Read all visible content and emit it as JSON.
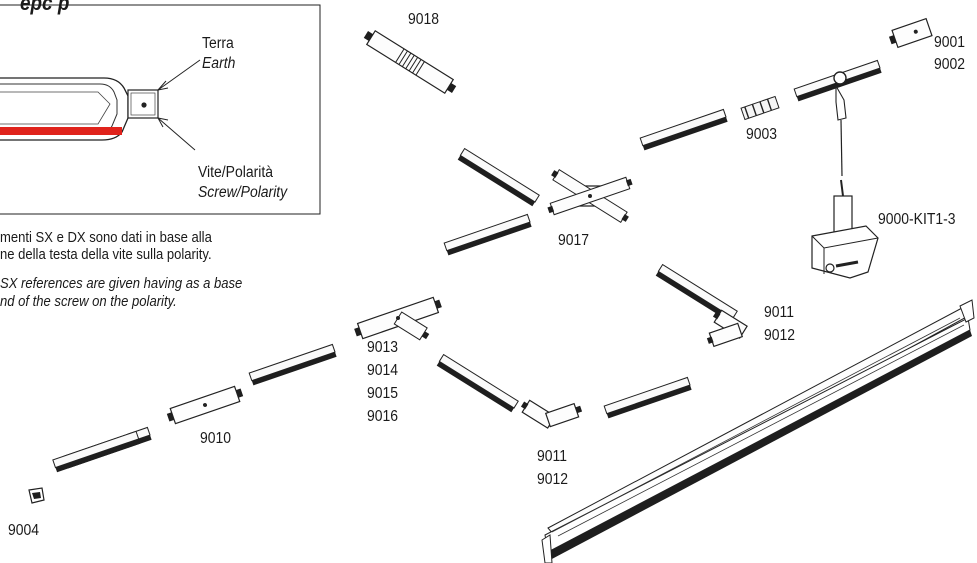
{
  "heading": "epc p",
  "detail": {
    "earth_it": "Terra",
    "earth_en": "Earth",
    "screw_it": "Vite/Polarità",
    "screw_en": "Screw/Polarity",
    "colors": {
      "stripe": "#e0231c",
      "frame": "#555555"
    }
  },
  "notes": {
    "line1_it": "menti SX e DX sono dati in base alla",
    "line2_it": "ne della testa della vite sulla polarity.",
    "line1_en": "SX references are given having as a base",
    "line2_en": "nd of the screw on the polarity."
  },
  "codes": {
    "c9018": "9018",
    "c9001": "9001",
    "c9002": "9002",
    "c9003": "9003",
    "c9017": "9017",
    "kit": "9000-KIT1-3",
    "c9011a": "9011",
    "c9012a": "9012",
    "c9013": "9013",
    "c9014": "9014",
    "c9015": "9015",
    "c9016": "9016",
    "c9010": "9010",
    "c9011b": "9011",
    "c9012b": "9012",
    "c9004": "9004"
  }
}
